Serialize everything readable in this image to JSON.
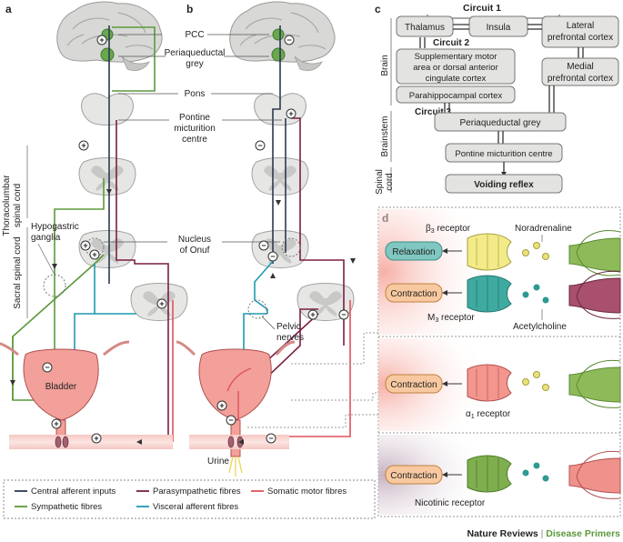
{
  "panels": {
    "a": "a",
    "b": "b",
    "c": "c",
    "d": "d"
  },
  "anatomy": {
    "pcc": "PCC",
    "pag_1": "Periaqueductal",
    "pag_2": "grey",
    "pons": "Pons",
    "pmc_1": "Pontine",
    "pmc_2": "micturition",
    "pmc_3": "centre",
    "thoraco_1": "Thoracolumbar",
    "thoraco_2": "spinal cord",
    "hypo_1": "Hypogastric",
    "hypo_2": "ganglia",
    "sacral": "Sacral spinal cord",
    "onuf_1": "Nucleus",
    "onuf_2": "of Onuf",
    "pelvic_1": "Pelvic",
    "pelvic_2": "nerves",
    "bladder": "Bladder",
    "urine": "Urine",
    "plus": "+",
    "minus": "−"
  },
  "circuits": {
    "circuit1": "Circuit 1",
    "circuit2": "Circuit 2",
    "circuit3": "Circuit 3",
    "brain": "Brain",
    "brainstem": "Brainstem",
    "spinal_1": "Spinal",
    "spinal_2": "cord",
    "thalamus": "Thalamus",
    "insula": "Insula",
    "lpfc_1": "Lateral",
    "lpfc_2": "prefrontal cortex",
    "sma_1": "Supplementary motor",
    "sma_2": "area or dorsal anterior",
    "sma_3": "cingulate cortex",
    "mpfc_1": "Medial",
    "mpfc_2": "prefrontal cortex",
    "parahip": "Parahippocampal cortex",
    "pag": "Periaqueductal grey",
    "pmc": "Pontine micturition centre",
    "voiding": "Voiding reflex"
  },
  "receptors": {
    "beta3": "β",
    "beta3_sub": "3",
    "beta3_tail": " receptor",
    "noradrenaline": "Noradrenaline",
    "relaxation": "Relaxation",
    "contraction": "Contraction",
    "m3": "M",
    "m3_sub": "3",
    "m3_tail": " receptor",
    "acetylcholine": "Acetylcholine",
    "alpha1": "α",
    "alpha1_sub": "1",
    "alpha1_tail": " receptor",
    "nicotinic": "Nicotinic receptor"
  },
  "legend": {
    "central": "Central afferent inputs",
    "parasympathetic": "Parasympathetic fibres",
    "somatic": "Somatic motor fibres",
    "sympathetic": "Sympathetic fibres",
    "visceral": "Visceral afferent fibres"
  },
  "footer": {
    "journal": "Nature Reviews",
    "sep": " | ",
    "series": "Disease Primers"
  },
  "colors": {
    "central": "#2c3850",
    "sympathetic": "#5b9a3b",
    "parasympathetic": "#7a1f45",
    "somatic": "#e0505a",
    "visceral": "#1f9ab0",
    "box_fill": "#e3e3e1",
    "relax_fill": "#7fc7c0",
    "contract_fill": "#f8c9a0",
    "bladder": "#f2a099"
  }
}
